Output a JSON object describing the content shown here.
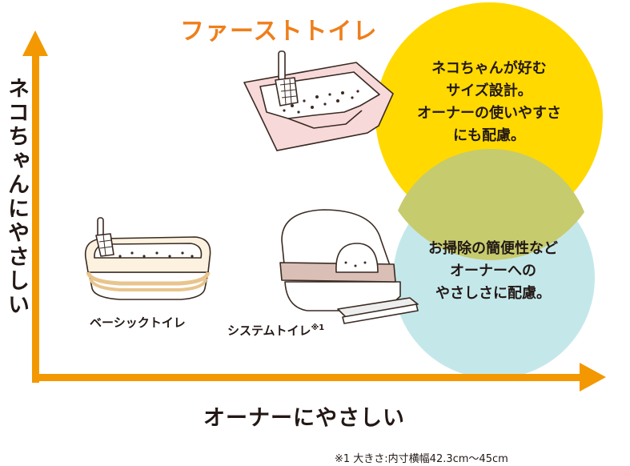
{
  "title": "ファーストトイレ",
  "circles": {
    "top": {
      "lines": [
        "ネコちゃんが好む",
        "サイズ設計。",
        "オーナーの使いやすさ",
        "にも配慮。"
      ],
      "color": "#ffd900"
    },
    "bottom": {
      "lines": [
        "お掃除の簡便性など",
        "オーナーへの",
        "やさしさに配慮。"
      ],
      "color": "#c4e8ea"
    }
  },
  "axes": {
    "y_label": "ネコちゃんにやさしい",
    "x_label": "オーナーにやさしい",
    "color": "#f39800"
  },
  "products": {
    "basic": {
      "label": "ベーシックトイレ"
    },
    "system": {
      "label": "システムトイレ",
      "footnote_mark": "※1"
    },
    "first": {
      "label": "ファーストトイレ"
    }
  },
  "footnote": "※1 大きさ:内寸横幅42.3cm〜45cm"
}
